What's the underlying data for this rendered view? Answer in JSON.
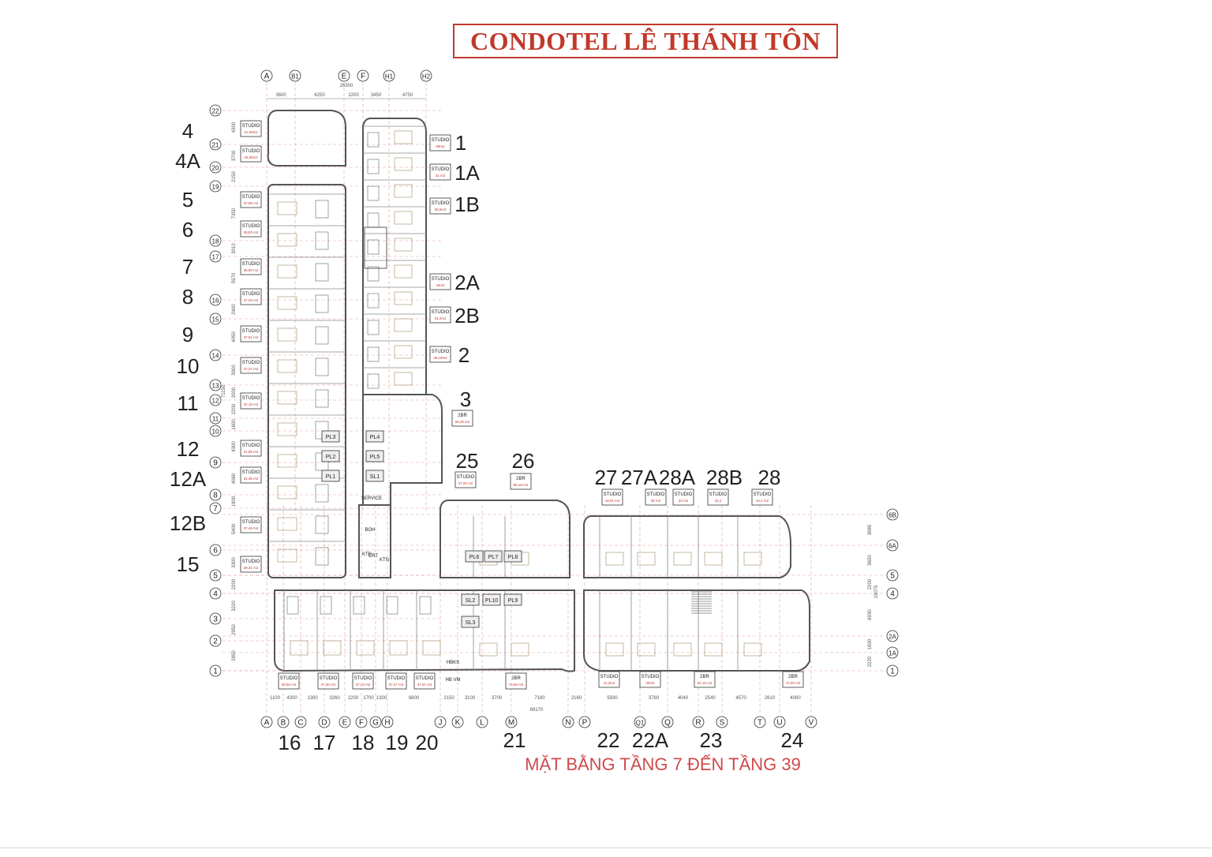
{
  "title": "CONDOTEL LÊ THÁNH TÔN",
  "subtitle": "MẶT BẰNG TẦNG 7 ĐẾN TẦNG 39",
  "colors": {
    "title": "#c0392b",
    "subtitle": "#d04a4a",
    "wall": "#555555",
    "grid": "#e2a0a0",
    "room": "#8a8a8a"
  },
  "top_axis": [
    "A",
    "B1",
    "E",
    "F",
    "H1",
    "H2"
  ],
  "top_dims": [
    "3600",
    "6250",
    "2200",
    "3450",
    "4750"
  ],
  "top_total": "26300",
  "left_axis": [
    "22",
    "21",
    "20",
    "19",
    "18",
    "17",
    "16",
    "15",
    "14",
    "13",
    "12",
    "11",
    "10",
    "9",
    "8",
    "7",
    "6",
    "5",
    "4",
    "3",
    "2",
    "1"
  ],
  "left_dims": [
    "4300",
    "3700",
    "2150",
    "7350",
    "3010",
    "5970",
    "2400",
    "4050",
    "3900",
    "2000",
    "2200",
    "1600",
    "4300",
    "4060",
    "1800",
    "5400",
    "3300",
    "2200",
    "3220",
    "2950",
    "2850"
  ],
  "left_total": "71150",
  "bottom_axis": [
    "A",
    "B",
    "C",
    "D",
    "E",
    "F",
    "G",
    "H",
    "J",
    "K",
    "L",
    "M",
    "N",
    "P",
    "Q1",
    "Q",
    "R",
    "S",
    "T",
    "U",
    "V"
  ],
  "bottom_dims": [
    "1100",
    "4300",
    "1300",
    "3260",
    "2200",
    "1700",
    "1300",
    "6800",
    "2150",
    "3100",
    "3700",
    "7180",
    "2160",
    "5930",
    "3760",
    "4040",
    "2540",
    "4570",
    "2610",
    "4060"
  ],
  "bottom_total": "69170",
  "right_axis": [
    "6B",
    "6A",
    "5",
    "4",
    "2A",
    "1A",
    "1"
  ],
  "right_dims": [
    "3985",
    "3650",
    "2200",
    "6930",
    "1600",
    "2220"
  ],
  "right_total": "19075",
  "tags": [
    {
      "t": "STUDIO",
      "a": "41,50m2"
    },
    {
      "t": "STUDIO",
      "a": "29,80m2"
    },
    {
      "t": "STUDIO",
      "a": "37,99 m2"
    },
    {
      "t": "STUDIO",
      "a": "38,83 m2"
    },
    {
      "t": "STUDIO",
      "a": "38,89 m2"
    },
    {
      "t": "STUDIO",
      "a": "37,29 m2"
    },
    {
      "t": "STUDIO",
      "a": "37,51 m2"
    },
    {
      "t": "STUDIO",
      "a": "37,27 m2"
    },
    {
      "t": "STUDIO",
      "a": "32,15 m2"
    },
    {
      "t": "STUDIO",
      "a": "31,85 m2"
    },
    {
      "t": "STUDIO",
      "a": "32,36 m2"
    },
    {
      "t": "STUDIO",
      "a": "37,49 m2"
    },
    {
      "t": "STUDIO",
      "a": "29,31 m2"
    },
    {
      "t": "STUDIO",
      "a": "39m2"
    },
    {
      "t": "STUDIO",
      "a": "31 m2"
    },
    {
      "t": "STUDIO",
      "a": "28,5m2"
    },
    {
      "t": "STUDIO",
      "a": "40m2"
    },
    {
      "t": "STUDIO",
      "a": "34,2m2"
    },
    {
      "t": "STUDIO",
      "a": "38,18m2"
    },
    {
      "t": "2BR",
      "a": "80,28 m2"
    },
    {
      "t": "STUDIO",
      "a": "37,00 m2"
    },
    {
      "t": "2BR",
      "a": "86,18 m2"
    },
    {
      "t": "STUDIO",
      "a": "43,91 m2"
    },
    {
      "t": "STUDIO",
      "a": "35 m2"
    },
    {
      "t": "STUDIO",
      "a": "33 m2"
    },
    {
      "t": "STUDIO",
      "a": "32,2"
    },
    {
      "t": "STUDIO",
      "a": "44,2 m2"
    },
    {
      "t": "STUDIO",
      "a": "39,56 m2"
    },
    {
      "t": "STUDIO",
      "a": "37,30 m2"
    },
    {
      "t": "STUDIO",
      "a": "37,33 m2"
    },
    {
      "t": "STUDIO",
      "a": "37,27 m2"
    },
    {
      "t": "STUDIO",
      "a": "37,61 m2"
    },
    {
      "t": "2BR",
      "a": "79,68 m2"
    },
    {
      "t": "STUDIO",
      "a": "41,3m2"
    },
    {
      "t": "STUDIO",
      "a": "30m2"
    },
    {
      "t": "2BR",
      "a": "64,16 m2"
    },
    {
      "t": "2BR",
      "a": "74,00 m2"
    }
  ],
  "units": [
    "4",
    "4A",
    "5",
    "6",
    "7",
    "8",
    "9",
    "10",
    "11",
    "12",
    "12A",
    "12B",
    "15",
    "1",
    "1A",
    "1B",
    "2A",
    "2B",
    "2",
    "3",
    "25",
    "26",
    "27",
    "27A",
    "28A",
    "28B",
    "28",
    "16",
    "17",
    "18",
    "19",
    "20",
    "21",
    "22",
    "22A",
    "23",
    "24"
  ],
  "core_labels": [
    "PL3",
    "PL2",
    "PL1",
    "PL4",
    "PL5",
    "SL1",
    "PL6",
    "PL7",
    "PL8",
    "SL2",
    "PL10",
    "PL9",
    "SL3",
    "BOH",
    "KTĐ",
    "KTN",
    "CRT",
    "SERVICE",
    "HBKS",
    "HB VM"
  ]
}
